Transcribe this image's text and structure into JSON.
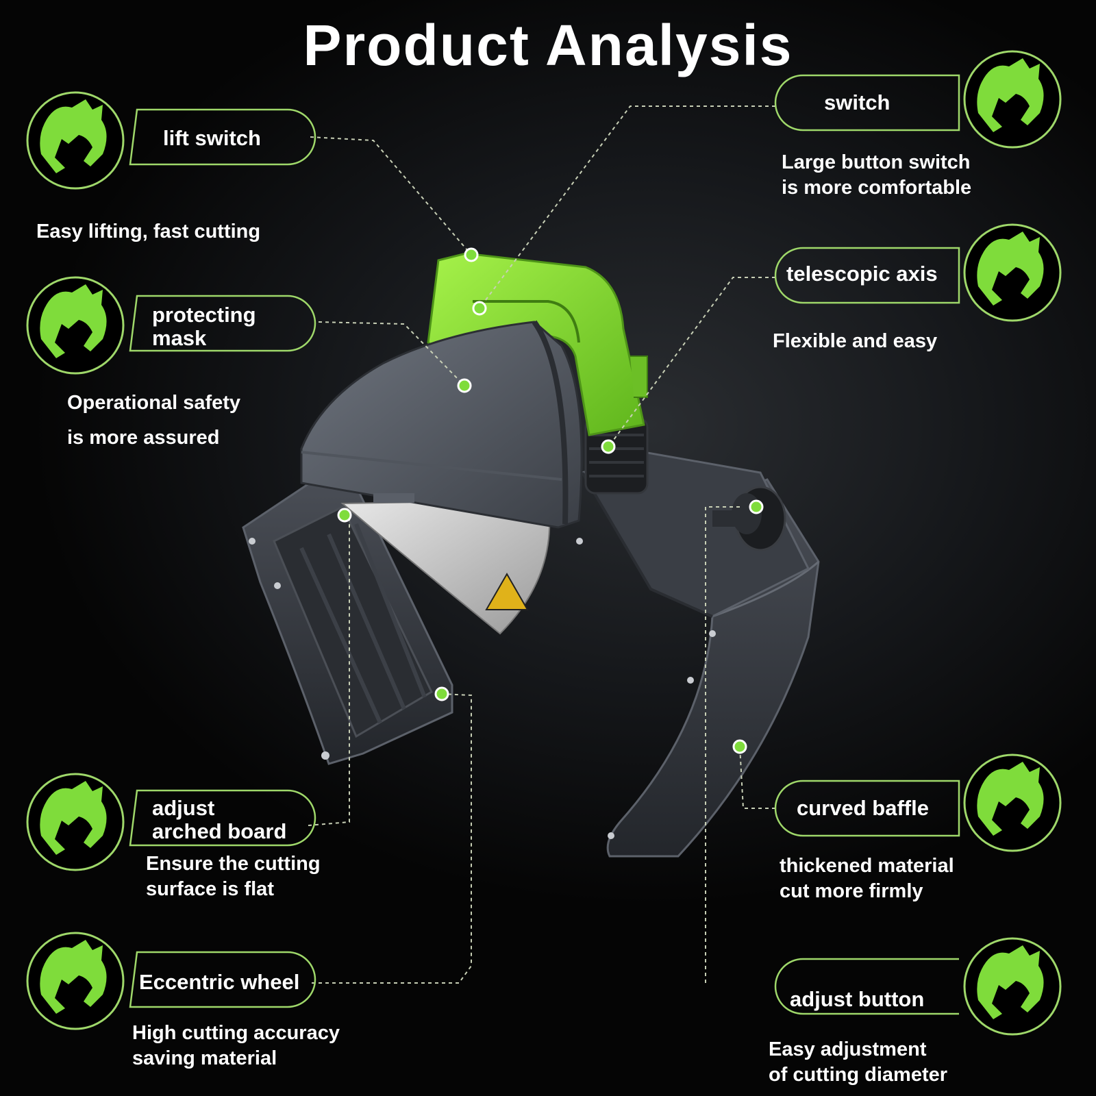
{
  "title": "Product Analysis",
  "colors": {
    "accent": "#7fdc3b",
    "frame": "#9fd86a",
    "background": "#000000"
  },
  "features": [
    {
      "label": "lift switch",
      "description": [
        "Easy lifting, fast cutting"
      ],
      "icon": "claw-icon"
    },
    {
      "label": "protecting mask",
      "label_lines": [
        "protecting",
        "mask"
      ],
      "description": [
        "Operational safety",
        "is more assured"
      ],
      "icon": "claw-icon"
    },
    {
      "label": "adjust arched board",
      "label_lines": [
        "adjust",
        "arched board"
      ],
      "description": [
        "Ensure the cutting",
        "surface is flat"
      ],
      "icon": "claw-icon"
    },
    {
      "label": "Eccentric wheel",
      "description": [
        "High cutting accuracy",
        "saving material"
      ],
      "icon": "claw-icon"
    },
    {
      "label": "switch",
      "description": [
        "Large button switch",
        "is more comfortable"
      ],
      "icon": "claw-icon"
    },
    {
      "label": "telescopic axis",
      "description": [
        "Flexible and easy"
      ],
      "icon": "claw-icon"
    },
    {
      "label": "curved baffle",
      "description": [
        "thickened material",
        "cut more firmly"
      ],
      "icon": "claw-icon"
    },
    {
      "label": "adjust button",
      "description": [
        "Easy adjustment",
        "of cutting diameter"
      ],
      "icon": "claw-icon"
    }
  ]
}
